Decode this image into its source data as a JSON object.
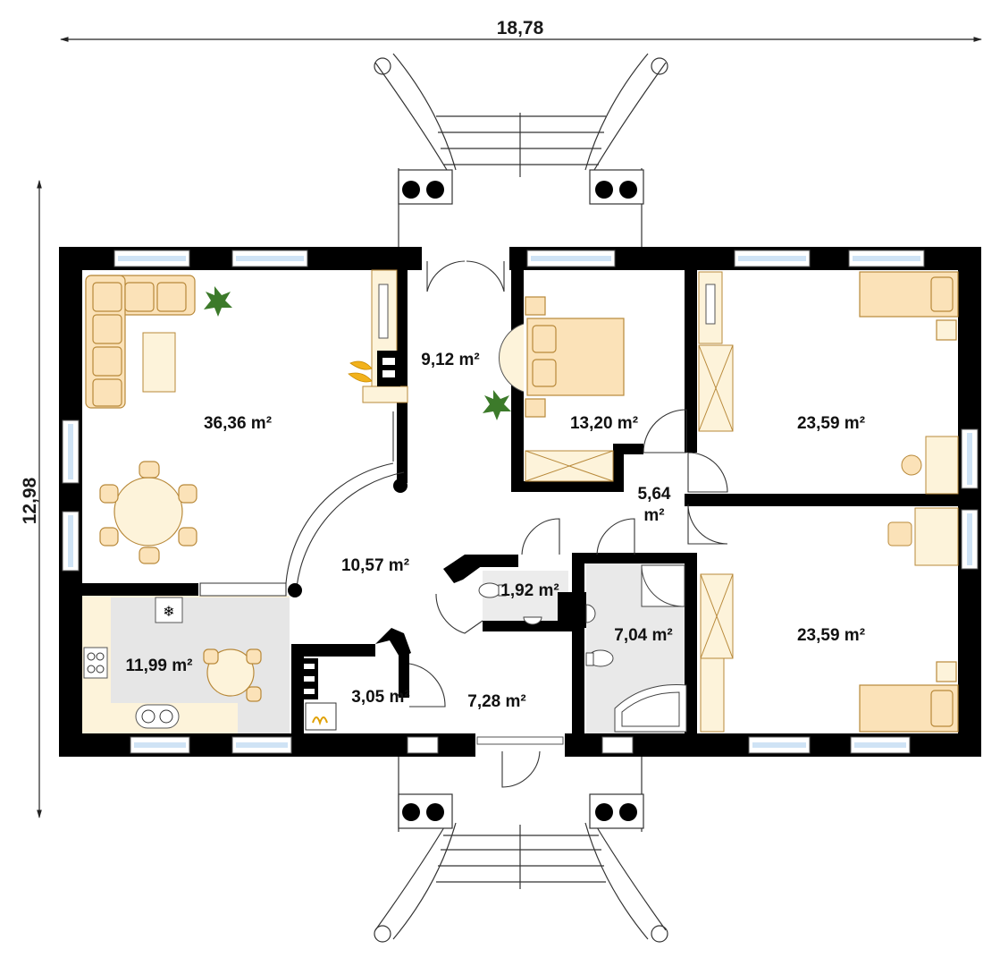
{
  "dimensions": {
    "width": "18,78",
    "height": "12,98"
  },
  "rooms": [
    {
      "id": "living-room",
      "area": "36,36 m²"
    },
    {
      "id": "hall",
      "area": "9,12 m²"
    },
    {
      "id": "bedroom-main",
      "area": "13,20 m²"
    },
    {
      "id": "bedroom-north",
      "area": "23,59 m²"
    },
    {
      "id": "corridor",
      "area": "5,64"
    },
    {
      "id": "corridor-unit",
      "area": "m²"
    },
    {
      "id": "central-hall",
      "area": "10,57 m²"
    },
    {
      "id": "wc",
      "area": "1,92 m²"
    },
    {
      "id": "bathroom",
      "area": "7,04 m²"
    },
    {
      "id": "bedroom-south",
      "area": "23,59 m²"
    },
    {
      "id": "kitchen",
      "area": "11,99 m²"
    },
    {
      "id": "boiler-room",
      "area": "3,05 m²"
    },
    {
      "id": "vestibule",
      "area": "7,28 m²"
    }
  ],
  "colors": {
    "wall": "#000000",
    "furniture": "#fbe2b8",
    "furniture_stroke": "#b8893a",
    "kitchen_floor": "#fdf3da",
    "tile_floor": "#e8e8e8",
    "window": "#cfe3f5",
    "plant": "#3c7a2a"
  }
}
